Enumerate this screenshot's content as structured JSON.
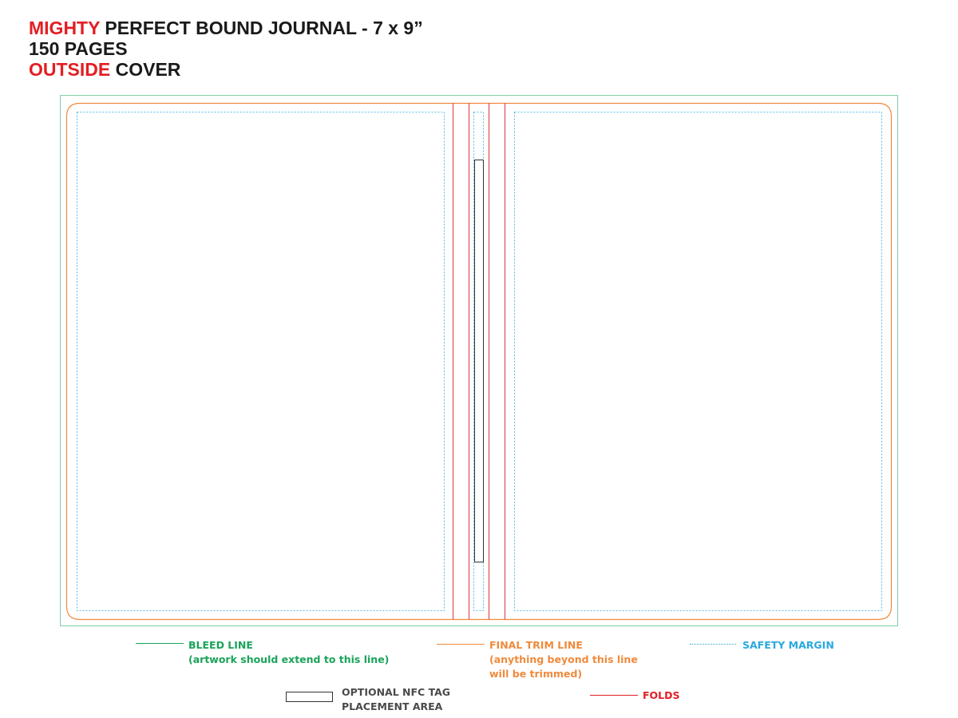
{
  "header": {
    "line1_accent": "MIGHTY",
    "line1_rest": " PERFECT BOUND JOURNAL - 7 x 9”",
    "line2": "150 PAGES",
    "line3_accent": "OUTSIDE",
    "line3_rest": " COVER"
  },
  "legend": {
    "bleed": {
      "title": "BLEED LINE",
      "note": "(artwork should extend to this line)"
    },
    "trim": {
      "title": "FINAL TRIM LINE",
      "note1": "(anything beyond this line",
      "note2": "will be trimmed)"
    },
    "safety": {
      "title": "SAFETY MARGIN"
    },
    "nfc": {
      "title1": "OPTIONAL NFC TAG",
      "title2": "PLACEMENT AREA"
    },
    "folds": {
      "title": "FOLDS"
    }
  },
  "colors": {
    "bleed": "#1aa35a",
    "trim": "#f08a3c",
    "safety": "#29a8e0",
    "fold": "#e31e24",
    "nfc": "#333333",
    "title_accent": "#e31e24",
    "title_text": "#1a1a1a"
  }
}
